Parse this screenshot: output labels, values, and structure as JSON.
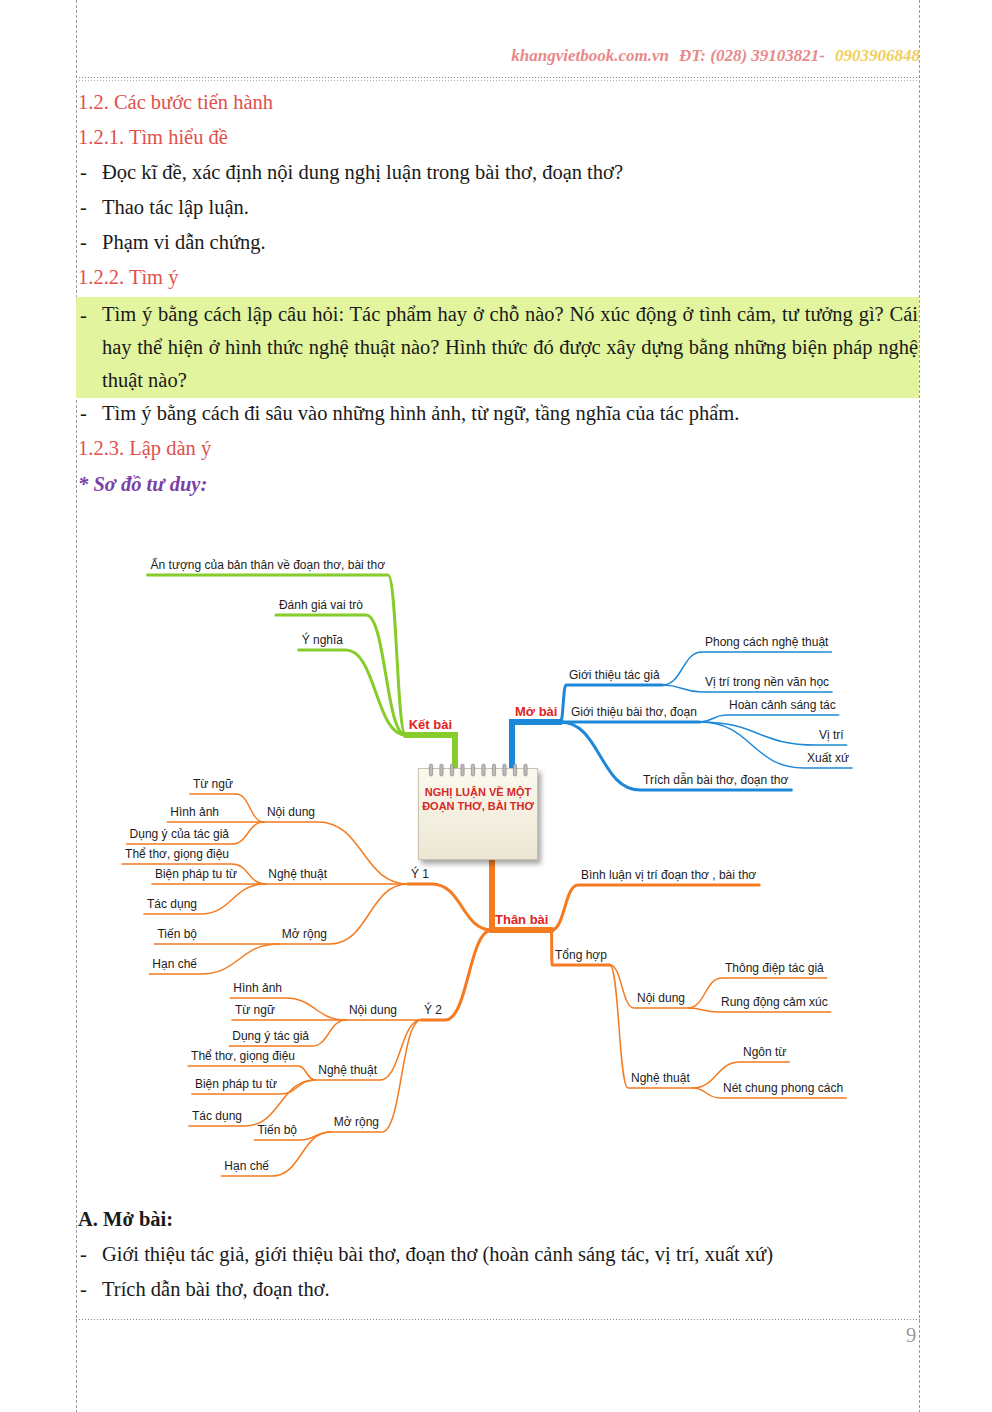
{
  "diagram": {
    "nodes": [
      {
        "text": [
          "NGHỊ LUẬN VỀ MỘT ĐOẠN THƠ, BÀI THƠ"
        ]
      },
      {
        "text": [
          "Mở bài"
        ]
      },
      {
        "text": [
          "Giới thiệu tác giả"
        ]
      },
      {
        "text": [
          "Phong cách nghệ thuật"
        ]
      },
      {
        "text": [
          "Vị trí trong nền văn học"
        ]
      },
      {
        "text": [
          "Giới thiệu bài thơ, đoạn"
        ]
      },
      {
        "text": [
          "Hoàn cảnh sáng tác"
        ]
      },
      {
        "text": [
          "Vị trí"
        ]
      },
      {
        "text": [
          "Xuất xứ"
        ]
      },
      {
        "text": [
          "Trích dẫn bài thơ, đoạn thơ"
        ]
      },
      {
        "text": [
          "Kết bài"
        ]
      },
      {
        "text": [
          "Đánh giá vai trò"
        ]
      },
      {
        "text": [
          "Ý nghĩa"
        ]
      },
      {
        "text": [
          "Ấn tượng của bản thân về đoạn thơ, bài thơ"
        ]
      },
      {
        "text": [
          "Thân bài"
        ]
      },
      {
        "text": [
          "Bình luận vị trí đoạn thơ , bài thơ"
        ]
      },
      {
        "text": [
          "Ý 1"
        ]
      },
      {
        "text": [
          "Nội dung"
        ]
      },
      {
        "text": [
          "Từ ngữ"
        ]
      },
      {
        "text": [
          "Hình ảnh"
        ]
      },
      {
        "text": [
          "Dụng ý của tác giả"
        ]
      },
      {
        "text": [
          "Nghệ thuật"
        ]
      },
      {
        "text": [
          "Thể thơ, giọng điệu"
        ]
      },
      {
        "text": [
          "Biện pháp tu từ"
        ]
      },
      {
        "text": [
          "Tác dụng"
        ]
      },
      {
        "text": [
          "Mở rộng"
        ]
      },
      {
        "text": [
          "Tiến bộ"
        ]
      },
      {
        "text": [
          "Hạn chế"
        ]
      },
      {
        "text": [
          "Ý 2"
        ]
      },
      {
        "text": [
          "Nội dung"
        ]
      },
      {
        "text": [
          "Hình ảnh"
        ]
      },
      {
        "text": [
          "Từ ngữ"
        ]
      },
      {
        "text": [
          "Dụng ý tác giả"
        ]
      },
      {
        "text": [
          "Nghệ thuật"
        ]
      },
      {
        "text": [
          "Thể thơ, giọng điệu"
        ]
      },
      {
        "text": [
          "Biện pháp tu từ"
        ]
      },
      {
        "text": [
          "Tác dụng"
        ]
      },
      {
        "text": [
          "Mở rộng"
        ]
      },
      {
        "text": [
          "Tiến bộ"
        ]
      },
      {
        "text": [
          "Hạn chế"
        ]
      },
      {
        "text": [
          "Tổng hợp"
        ]
      },
      {
        "text": [
          "Nội dung"
        ]
      },
      {
        "text": [
          "Thông điệp tác giả"
        ]
      },
      {
        "text": [
          "Rung động cảm xúc"
        ]
      },
      {
        "text": [
          "Nghệ thuật"
        ]
      },
      {
        "text": [
          "Ngôn từ"
        ]
      },
      {
        "text": [
          "Nét chung phong cách"
        ]
      }
    ],
    "edges": [
      {
        "from": 0,
        "to": 1,
        "arrow": "none"
      },
      {
        "from": 1,
        "to": 2,
        "arrow": "none"
      },
      {
        "from": 2,
        "to": 3,
        "arrow": "none"
      },
      {
        "from": 2,
        "to": 4,
        "arrow": "none"
      },
      {
        "from": 1,
        "to": 5,
        "arrow": "none"
      },
      {
        "from": 5,
        "to": 6,
        "arrow": "none"
      },
      {
        "from": 5,
        "to": 7,
        "arrow": "none"
      },
      {
        "from": 5,
        "to": 8,
        "arrow": "none"
      },
      {
        "from": 1,
        "to": 9,
        "arrow": "none"
      },
      {
        "from": 0,
        "to": 10,
        "arrow": "none"
      },
      {
        "from": 10,
        "to": 11,
        "arrow": "none"
      },
      {
        "from": 10,
        "to": 12,
        "arrow": "none"
      },
      {
        "from": 10,
        "to": 13,
        "arrow": "none"
      },
      {
        "from": 0,
        "to": 14,
        "arrow": "none"
      },
      {
        "from": 14,
        "to": 15,
        "arrow": "none"
      },
      {
        "from": 14,
        "to": 16,
        "arrow": "none"
      },
      {
        "from": 16,
        "to": 17,
        "arrow": "none"
      },
      {
        "from": 17,
        "to": 18,
        "arrow": "none"
      },
      {
        "from": 17,
        "to": 19,
        "arrow": "none"
      },
      {
        "from": 17,
        "to": 20,
        "arrow": "none"
      },
      {
        "from": 16,
        "to": 21,
        "arrow": "none"
      },
      {
        "from": 21,
        "to": 22,
        "arrow": "none"
      },
      {
        "from": 21,
        "to": 23,
        "arrow": "none"
      },
      {
        "from": 21,
        "to": 24,
        "arrow": "none"
      },
      {
        "from": 16,
        "to": 25,
        "arrow": "none"
      },
      {
        "from": 25,
        "to": 26,
        "arrow": "none"
      },
      {
        "from": 25,
        "to": 27,
        "arrow": "none"
      },
      {
        "from": 14,
        "to": 28,
        "arrow": "none"
      },
      {
        "from": 28,
        "to": 29,
        "arrow": "none"
      },
      {
        "from": 29,
        "to": 30,
        "arrow": "none"
      },
      {
        "from": 29,
        "to": 31,
        "arrow": "none"
      },
      {
        "from": 29,
        "to": 32,
        "arrow": "none"
      },
      {
        "from": 28,
        "to": 33,
        "arrow": "none"
      },
      {
        "from": 33,
        "to": 34,
        "arrow": "none"
      },
      {
        "from": 33,
        "to": 35,
        "arrow": "none"
      },
      {
        "from": 33,
        "to": 36,
        "arrow": "none"
      },
      {
        "from": 28,
        "to": 37,
        "arrow": "none"
      },
      {
        "from": 37,
        "to": 38,
        "arrow": "none"
      },
      {
        "from": 37,
        "to": 39,
        "arrow": "none"
      },
      {
        "from": 14,
        "to": 40,
        "arrow": "none"
      },
      {
        "from": 40,
        "to": 41,
        "arrow": "none"
      },
      {
        "from": 41,
        "to": 42,
        "arrow": "none"
      },
      {
        "from": 41,
        "to": 43,
        "arrow": "none"
      },
      {
        "from": 40,
        "to": 44,
        "arrow": "none"
      },
      {
        "from": 44,
        "to": 45,
        "arrow": "none"
      },
      {
        "from": 44,
        "to": 46,
        "arrow": "none"
      }
    ],
    "labels": [
      "khangvietbook.com.vn",
      "ĐT: (028) 39103821-",
      "0903906848",
      "1.2. Các bước tiến hành",
      "1.2.1. Tìm hiểu đề",
      "-",
      "Đọc kĩ đề, xác định nội dung nghị luận trong bài thơ, đoạn thơ?",
      "-",
      "Thao tác lập luận.",
      "-",
      "Phạm vi dẫn chứng.",
      "1.2.2. Tìm ý",
      "-",
      "Tìm ý bằng cách lập câu hỏi: Tác phẩm hay ở chỗ nào? Nó xúc động ở tình cảm, tư tưởng gì? Cái hay thể hiện ở hình thức nghệ thuật nào? Hình thức đó được xây dựng bằng những biện pháp nghệ thuật nào?",
      "-",
      "Tìm ý bằng cách đi sâu vào những hình ảnh, từ ngữ, tầng nghĩa của tác phẩm.",
      "1.2.3. Lập dàn ý",
      "* Sơ đồ tư duy:",
      "A. Mở bài:",
      "-",
      "Giới thiệu tác giả, giới thiệu bài thơ, đoạn thơ (hoàn cảnh sáng tác, vị trí, xuất xứ)",
      "-",
      "Trích dẫn bài thơ, đoạn thơ.",
      "9"
    ]
  }
}
